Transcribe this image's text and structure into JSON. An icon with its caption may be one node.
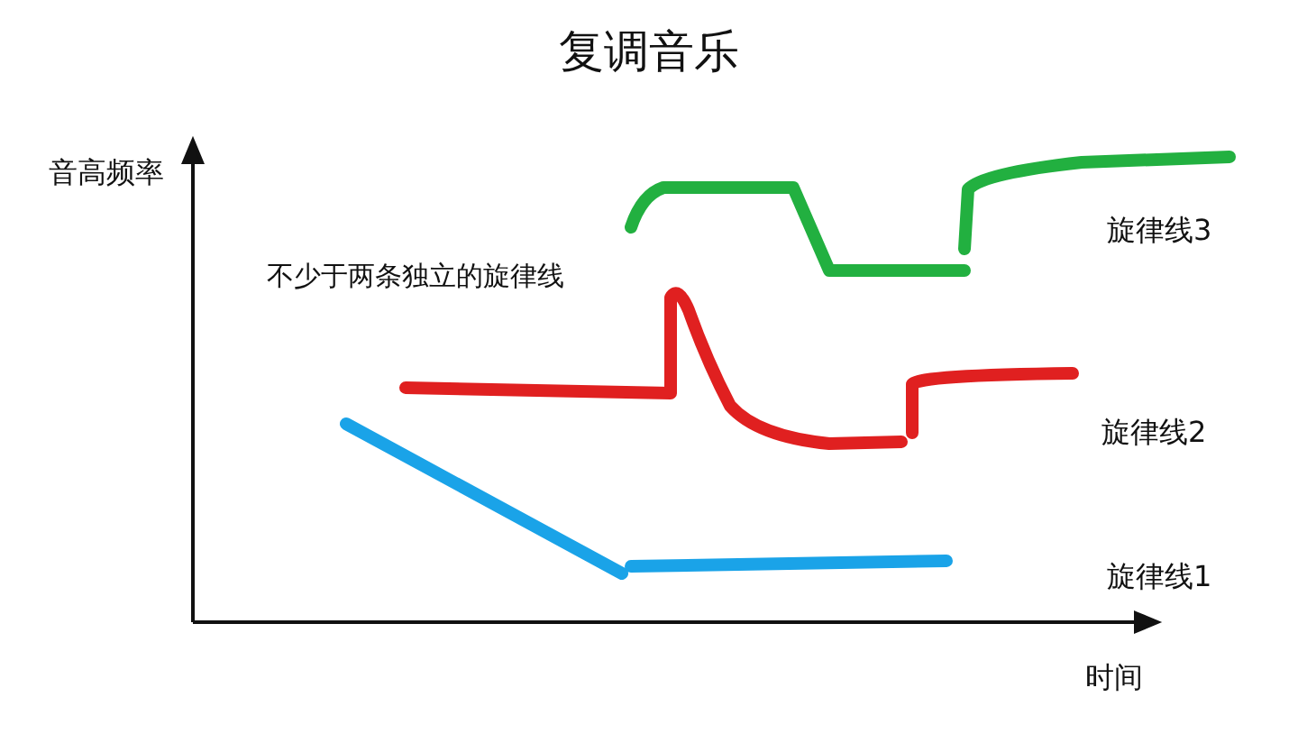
{
  "diagram": {
    "title": "复调音乐",
    "labels": [
      "音高频率",
      "不少于两条独立的旋律线",
      "旋律线3",
      "旋律线2",
      "旋律线1",
      "时间"
    ]
  }
}
